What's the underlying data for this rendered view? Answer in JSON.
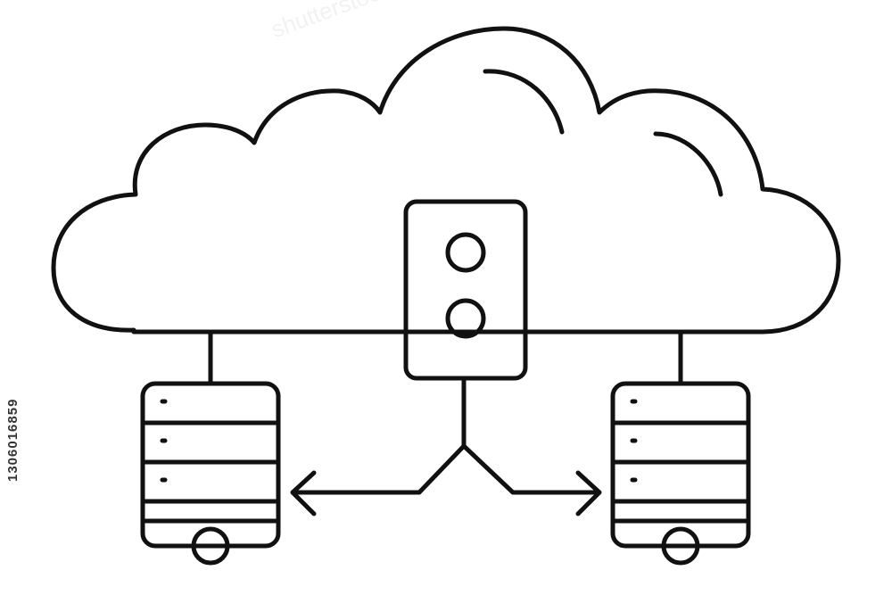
{
  "watermark": {
    "stock_id": "1306016859",
    "brand": "shutterstock"
  },
  "diagram": {
    "nodes": [
      {
        "id": "cloud",
        "icon": "cloud-icon"
      },
      {
        "id": "central-device",
        "icon": "device-icon"
      },
      {
        "id": "server-left",
        "icon": "server-rack-icon"
      },
      {
        "id": "server-right",
        "icon": "server-rack-icon"
      }
    ],
    "edges": [
      {
        "from": "cloud",
        "to": "server-left",
        "type": "line"
      },
      {
        "from": "cloud",
        "to": "server-right",
        "type": "line"
      },
      {
        "from": "central-device",
        "to": "server-left",
        "type": "arrow"
      },
      {
        "from": "central-device",
        "to": "server-right",
        "type": "arrow"
      }
    ],
    "colors": {
      "stroke": "#111111",
      "background": "#ffffff"
    }
  }
}
